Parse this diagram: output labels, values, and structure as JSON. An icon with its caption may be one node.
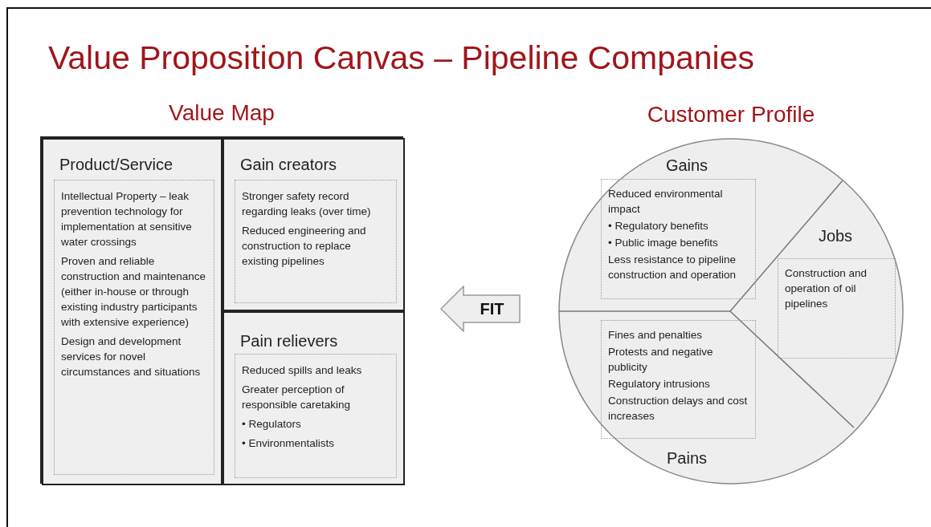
{
  "diagram": {
    "title": "Value Proposition Canvas – Pipeline Companies",
    "nodes": [
      {
        "text": [
          "Value Map"
        ]
      },
      {
        "text": [
          "Product/Service"
        ],
        "in": 0
      },
      {
        "text": [
          "Intellectual Property – leak prevention technology for implementation at sensitive water crossings",
          "Proven and reliable construction and maintenance (either in-house or through existing industry participants with extensive experience)",
          "Design and development services for novel circumstances and situations"
        ],
        "in": 1
      },
      {
        "text": [
          "Gain creators"
        ],
        "in": 0
      },
      {
        "text": [
          "Stronger safety record regarding leaks (over time)",
          "Reduced engineering and construction to replace existing pipelines"
        ],
        "in": 3
      },
      {
        "text": [
          "Pain relievers"
        ],
        "in": 0
      },
      {
        "text": [
          "Reduced spills and leaks",
          "Greater perception of responsible caretaking",
          "• Regulators",
          "• Environmentalists"
        ],
        "in": 5
      },
      {
        "text": [
          "FIT"
        ]
      },
      {
        "text": [
          "Customer Profile"
        ]
      },
      {
        "text": [
          "Gains"
        ],
        "in": 8
      },
      {
        "text": [
          "Reduced environmental impact",
          "• Regulatory benefits",
          "• Public image benefits",
          "Less resistance to pipeline construction and operation"
        ],
        "in": 8
      },
      {
        "text": [
          "Jobs"
        ],
        "in": 8
      },
      {
        "text": [
          "Construction and operation of oil pipelines"
        ],
        "in": 8
      },
      {
        "text": [
          "Pains"
        ],
        "in": 8
      },
      {
        "text": [
          "Fines and penalties",
          "Protests and negative publicity",
          "Regulatory intrusions",
          "Construction delays and cost increases"
        ],
        "in": 8
      }
    ]
  }
}
